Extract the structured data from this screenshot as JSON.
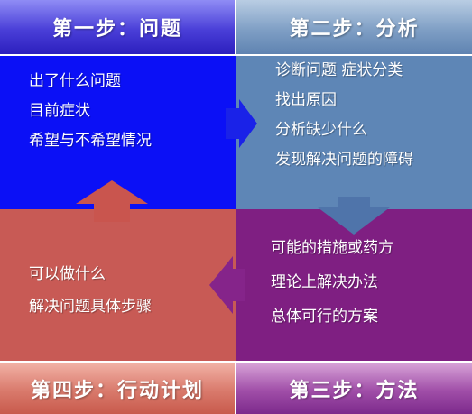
{
  "steps": {
    "step1": {
      "title": "第一步：问题",
      "items": [
        "出了什么问题",
        "目前症状",
        "希望与不希望情况"
      ]
    },
    "step2": {
      "title": "第二步：分析",
      "items": [
        "诊断问题 症状分类",
        "找出原因",
        "分析缺少什么",
        "发现解决问题的障碍"
      ]
    },
    "step3": {
      "title": "第三步：方法",
      "items": [
        "可能的措施或药方",
        "理论上解决办法",
        "总体可行的方案"
      ]
    },
    "step4": {
      "title": "第四步：行动计划",
      "items": [
        "可以做什么",
        "解决问题具体步骤"
      ]
    }
  },
  "colors": {
    "step1": "#0b10f6",
    "step2": "#5e86b6",
    "step3": "#7f1f82",
    "step4": "#c85a55"
  }
}
